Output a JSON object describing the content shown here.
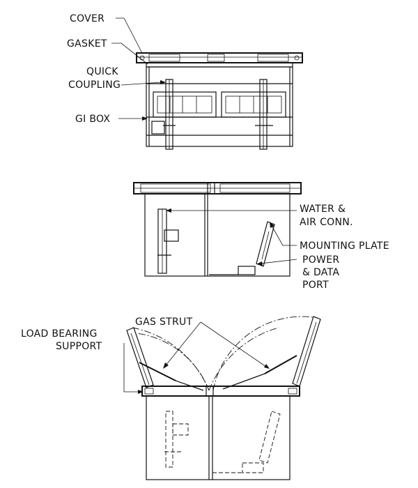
{
  "labels": {
    "cover": "COVER",
    "gasket": "GASKET",
    "quick_coupling_1": "QUICK",
    "quick_coupling_2": "COUPLING",
    "gi_box": "GI BOX",
    "water_air_1": "WATER &",
    "water_air_2": "AIR CONN.",
    "mounting_plate": "MOUNTING PLATE",
    "power_data_1": "POWER",
    "power_data_2": "& DATA",
    "power_data_3": "PORT",
    "gas_strut": "GAS STRUT",
    "load_bearing_1": "LOAD BEARING",
    "load_bearing_2": "SUPPORT"
  }
}
